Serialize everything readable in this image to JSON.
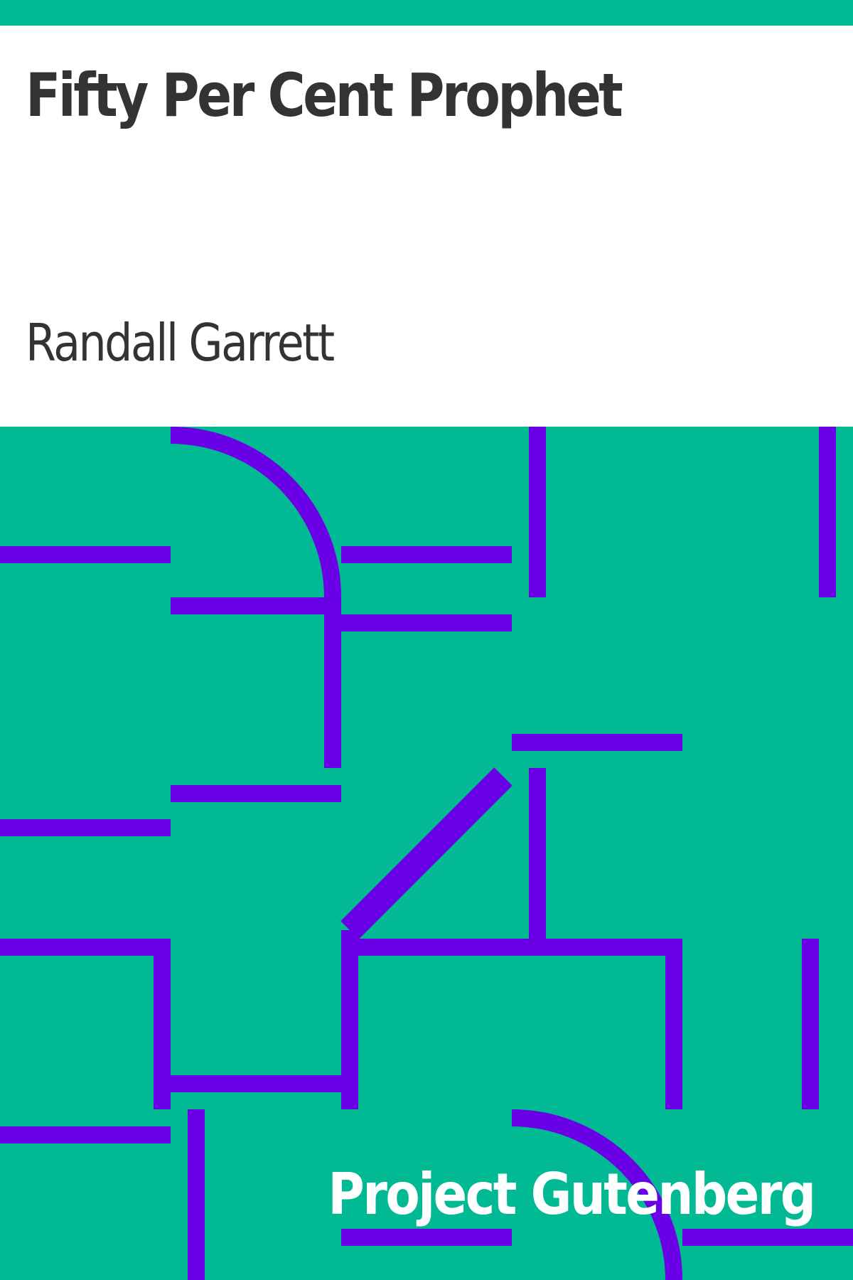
{
  "cover": {
    "title": "Fifty Per Cent Prophet",
    "author": "Randall Garrett",
    "publisher": "Project Gutenberg"
  },
  "colors": {
    "background_green": "#01b992",
    "pattern_purple": "#6a00e6",
    "text_dark": "#333333",
    "text_light": "#ffffff",
    "panel_white": "#ffffff"
  }
}
